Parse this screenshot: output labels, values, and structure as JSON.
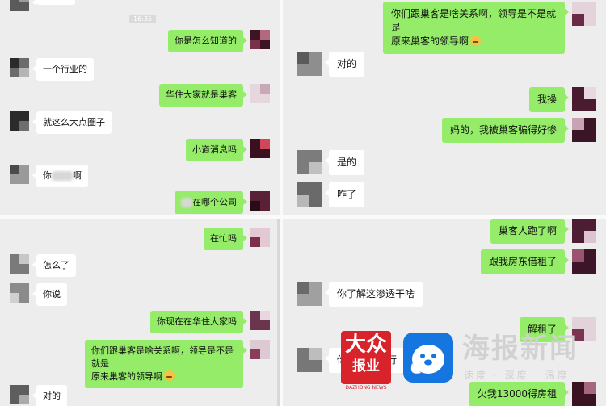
{
  "panel1": {
    "timestamp": "16:35",
    "messages": [
      {
        "side": "right",
        "text": "你是怎么知道的"
      },
      {
        "side": "left",
        "text": "一个行业的"
      },
      {
        "side": "right",
        "text": "华住大家就是巢客"
      },
      {
        "side": "left",
        "text": "就这么大点圈子"
      },
      {
        "side": "right",
        "text": "小道消息吗"
      },
      {
        "side": "left",
        "text_before": "你",
        "text_after": "啊"
      },
      {
        "side": "right",
        "text_after": "在哪个公司"
      }
    ]
  },
  "panel2": {
    "messages": [
      {
        "side": "right",
        "text": "在忙吗"
      },
      {
        "side": "left",
        "text": "怎么了"
      },
      {
        "side": "left",
        "text": "你说"
      },
      {
        "side": "right",
        "text": "你现在在华住大家吗"
      },
      {
        "side": "right",
        "line1": "你们跟巢客是啥关系啊，领导是不是就是",
        "line2": "原来巢客的领导啊"
      },
      {
        "side": "left",
        "text": "对的"
      }
    ]
  },
  "panel3": {
    "messages": [
      {
        "side": "right",
        "line1": "你们跟巢客是啥关系啊，领导是不是就是",
        "line2": "原来巢客的领导啊"
      },
      {
        "side": "left",
        "text": "对的"
      },
      {
        "side": "right",
        "text": "我操"
      },
      {
        "side": "right",
        "text": "妈的，我被巢客骗得好惨"
      },
      {
        "side": "left",
        "text": "是的"
      },
      {
        "side": "left",
        "text": "咋了"
      }
    ]
  },
  "panel4": {
    "messages": [
      {
        "side": "right",
        "text": "巢客人跑了啊"
      },
      {
        "side": "right",
        "text": "跟我房东借租了"
      },
      {
        "side": "left",
        "text": "你了解这渗透干啥"
      },
      {
        "side": "right",
        "text": "解租了"
      },
      {
        "side": "left",
        "text_before": "你",
        "text_after": "行"
      },
      {
        "side": "right",
        "text": "欠我13000得房租"
      }
    ]
  },
  "watermark": {
    "logo_big": "大众",
    "logo_small": "报业",
    "logo_en": "DAZHONG NEWS",
    "title": "海报新闻",
    "slogan": "速度 · 深度 · 温度"
  },
  "colors": {
    "sent_bubble": "#95ec69",
    "received_bubble": "#ffffff",
    "background": "#ededed",
    "brand_red": "#d9232b",
    "brand_blue": "#1676e0"
  },
  "icons": {
    "emoji": "grimacing-face-icon",
    "avatar": "pixelated-avatar-icon"
  }
}
